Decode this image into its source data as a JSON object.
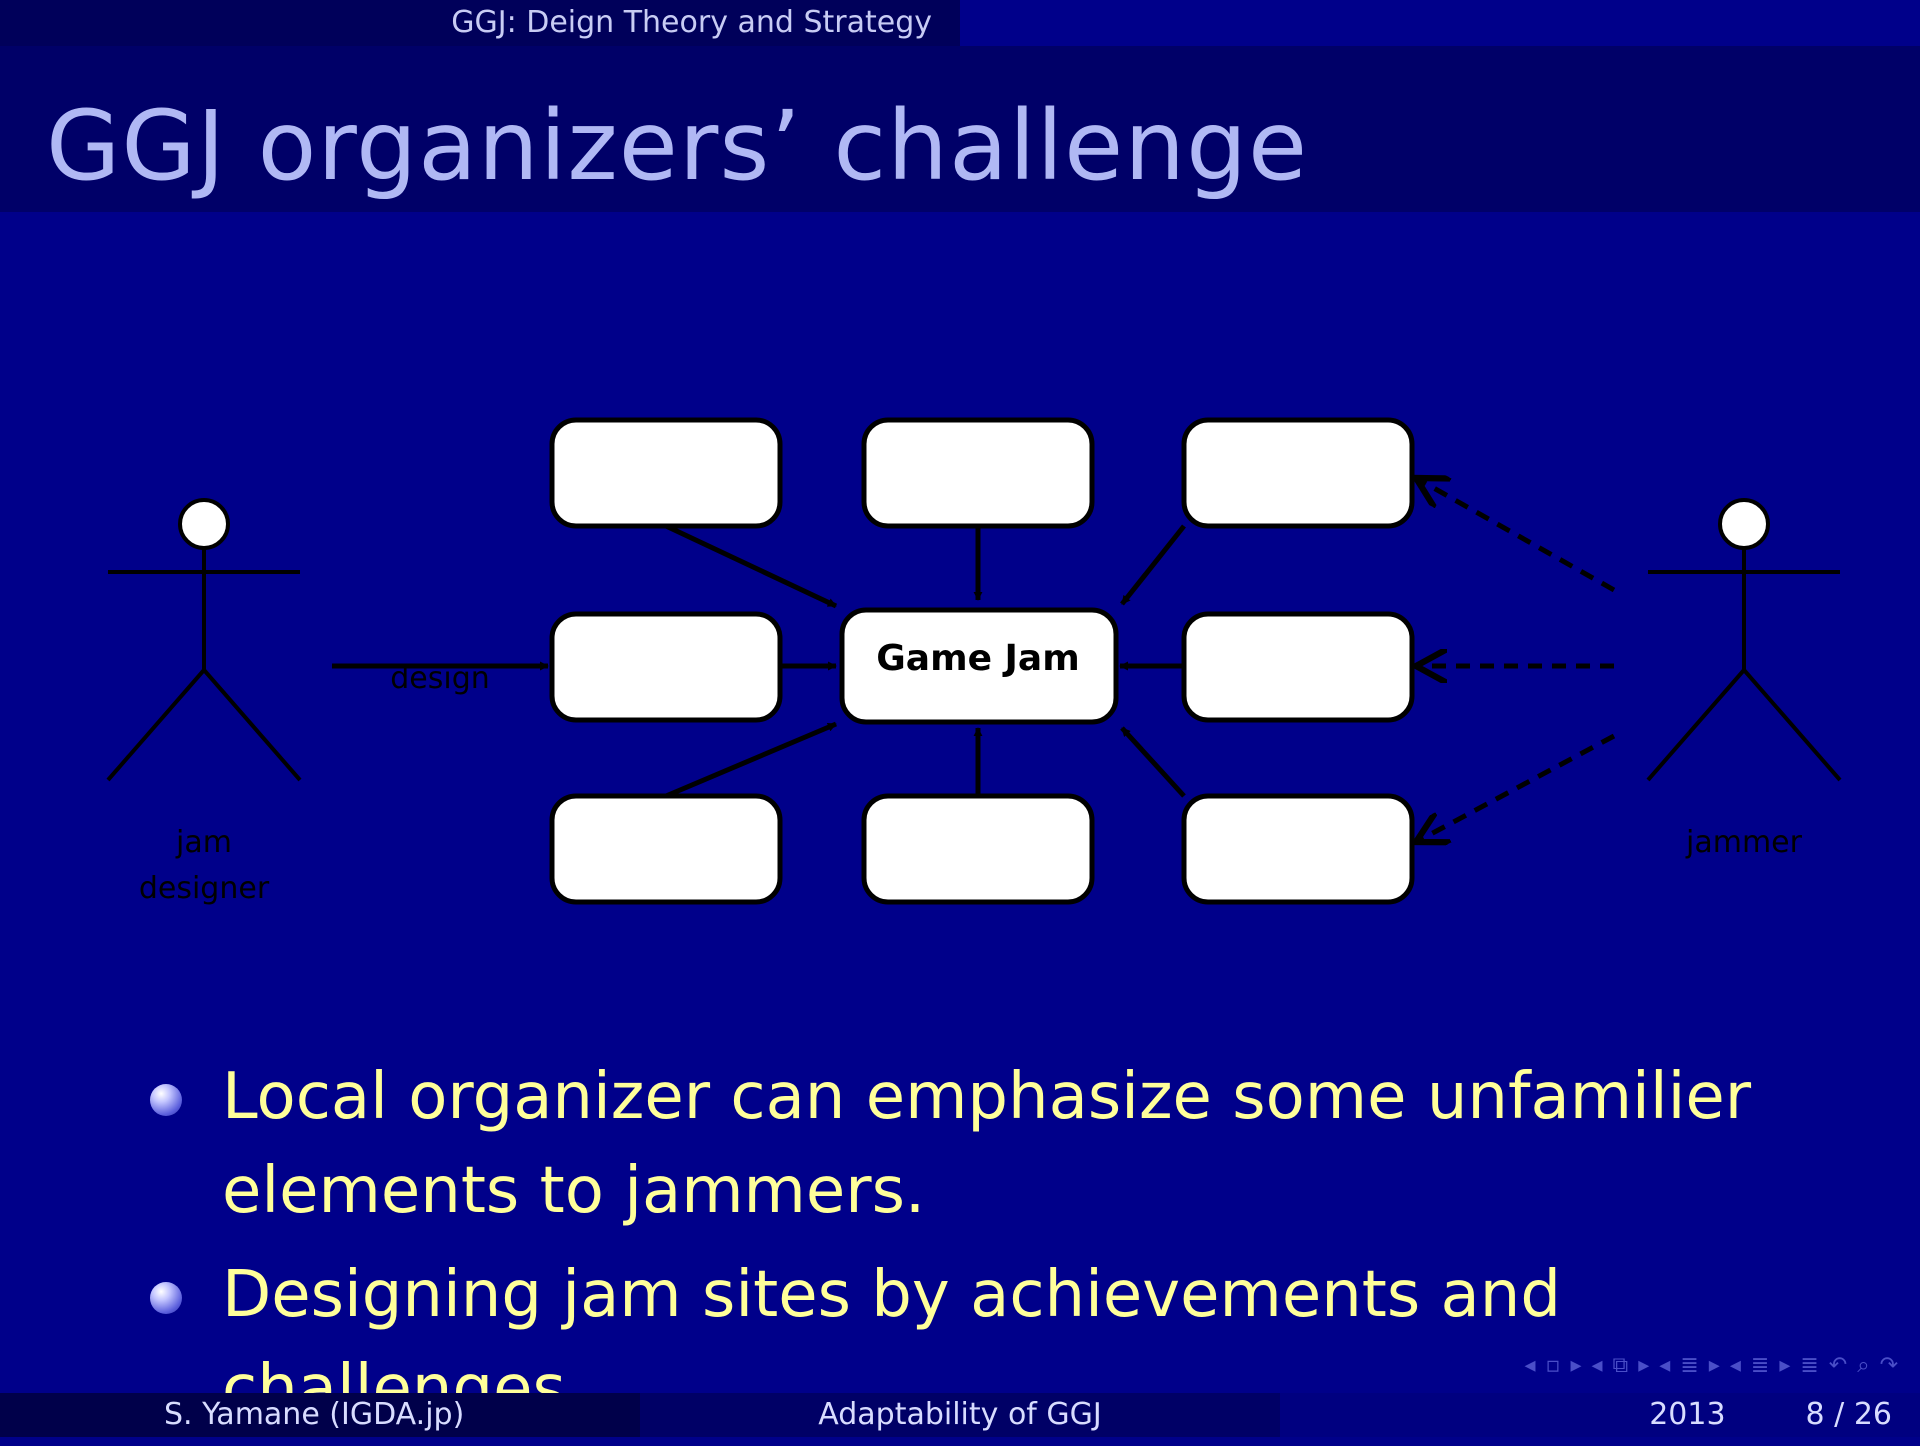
{
  "header": {
    "section_title": "GGJ: Deign Theory and Strategy"
  },
  "slide": {
    "title": "GGJ organizers’ challenge"
  },
  "diagram": {
    "center_label": "Game Jam",
    "arrow_label": "design",
    "left_actor_label_line1": "jam",
    "left_actor_label_line2": "designer",
    "right_actor_label": "jammer"
  },
  "bullets": [
    {
      "text_line1": "Local organizer can emphasize some unfamilier",
      "text_line2": "elements to jammers."
    },
    {
      "text_line1": "Designing jam sites by achievements and challenges."
    }
  ],
  "footer": {
    "author": "S. Yamane  (IGDA.jp)",
    "talk_title": "Adaptability of GGJ",
    "year": "2013",
    "page": "8 / 26"
  },
  "colors": {
    "background": "#00008a",
    "title_text": "#b0b8f4",
    "bullet_text": "#ffff9a"
  }
}
